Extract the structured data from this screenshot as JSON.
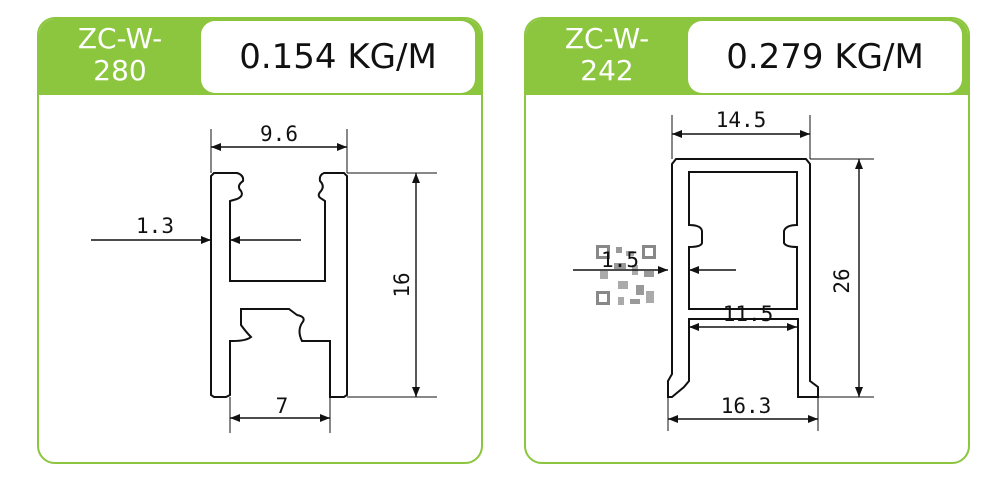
{
  "cards": [
    {
      "code_line1": "ZC-W-",
      "code_line2": "280",
      "weight": "0.154 KG/M",
      "dims": {
        "top_width": "9.6",
        "wall": "1.3",
        "height": "16",
        "bottom_width": "7"
      }
    },
    {
      "code_line1": "ZC-W-",
      "code_line2": "242",
      "weight": "0.279 KG/M",
      "dims": {
        "top_width": "14.5",
        "wall": "1.5",
        "inner_width": "11.5",
        "height": "26",
        "bottom_width": "16.3"
      }
    }
  ],
  "colors": {
    "accent": "#8cc63f",
    "line": "#111111"
  }
}
